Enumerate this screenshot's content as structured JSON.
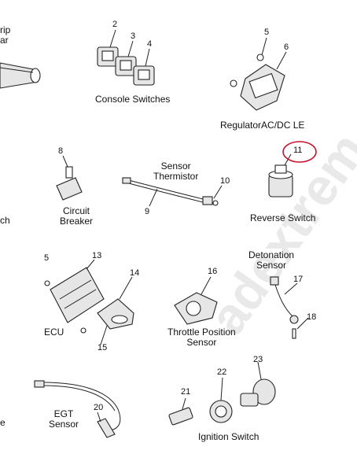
{
  "labels": {
    "strip_bar_partial": [
      "rip",
      "ar"
    ],
    "console_switches": "Console Switches",
    "regulator": "RegulatorAC/DC LE",
    "sensor_thermistor": [
      "Sensor",
      "Thermistor"
    ],
    "circuit_breaker": [
      "Circuit",
      "Breaker"
    ],
    "reverse_switch": "Reverse Switch",
    "left_partial_ch": "ch",
    "detonation_sensor": [
      "Detonation",
      "Sensor"
    ],
    "ecu": "ECU",
    "throttle_position_sensor": [
      "Throttle Position",
      "Sensor"
    ],
    "egt_sensor": [
      "EGT",
      "Sensor"
    ],
    "ignition_switch": "Ignition Switch",
    "left_partial_e": "e"
  },
  "callouts": [
    "2",
    "3",
    "4",
    "5",
    "6",
    "8",
    "9",
    "10",
    "11",
    "5",
    "13",
    "14",
    "15",
    "16",
    "17",
    "18",
    "20",
    "21",
    "22",
    "23"
  ],
  "watermark": "adextrem",
  "annotation_color": "#c8102e"
}
